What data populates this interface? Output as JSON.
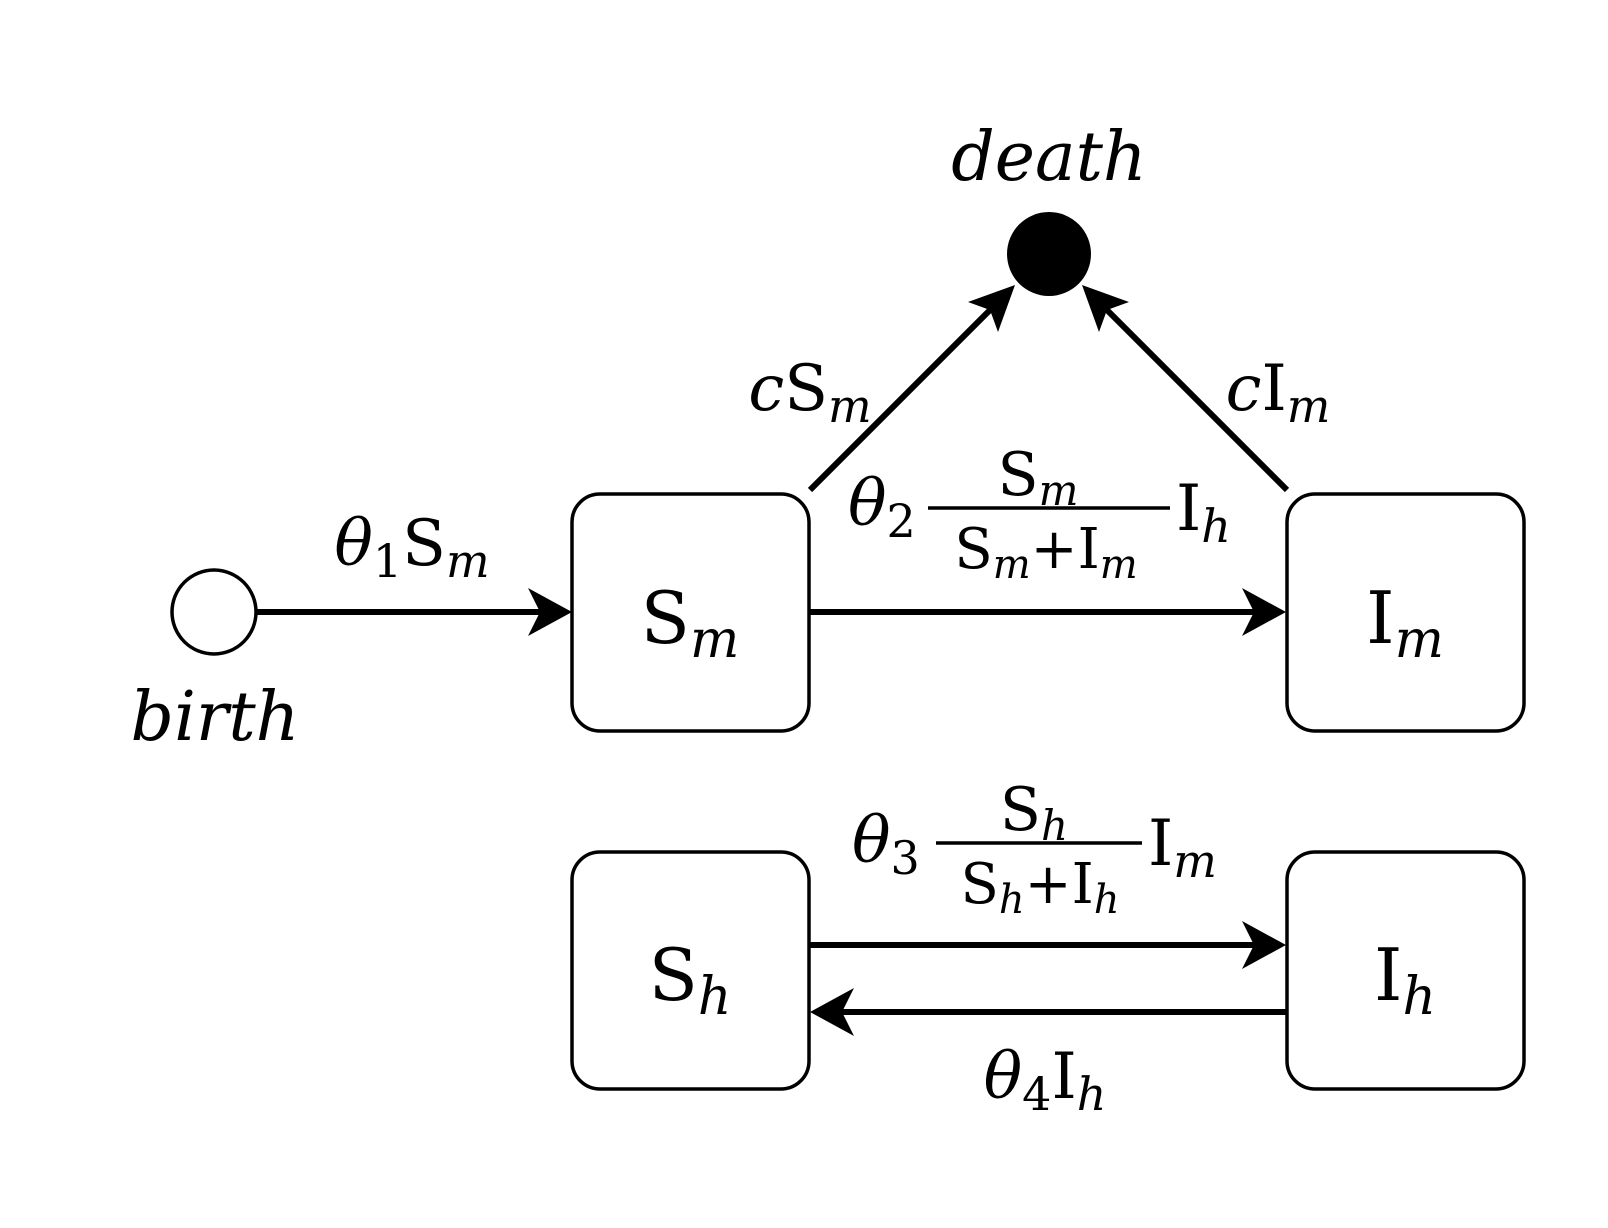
{
  "terminals": {
    "birth": "birth",
    "death": "death"
  },
  "states": {
    "Sm": {
      "base": "S",
      "sub": "m"
    },
    "Im": {
      "base": "I",
      "sub": "m"
    },
    "Sh": {
      "base": "S",
      "sub": "h"
    },
    "Ih": {
      "base": "I",
      "sub": "h"
    }
  },
  "rates": {
    "birth_to_Sm": {
      "theta": "θ",
      "theta_sub": "1",
      "base": "S",
      "sub": "m"
    },
    "Sm_death": {
      "coef": "c",
      "base": "S",
      "sub": "m"
    },
    "Im_death": {
      "coef": "c",
      "base": "I",
      "sub": "m"
    },
    "Sm_to_Im": {
      "theta": "θ",
      "theta_sub": "2",
      "num_base": "S",
      "num_sub": "m",
      "den_a_base": "S",
      "den_a_sub": "m",
      "plus": "+",
      "den_b_base": "I",
      "den_b_sub": "m",
      "factor_base": "I",
      "factor_sub": "h"
    },
    "Sh_to_Ih": {
      "theta": "θ",
      "theta_sub": "3",
      "num_base": "S",
      "num_sub": "h",
      "den_a_base": "S",
      "den_a_sub": "h",
      "plus": "+",
      "den_b_base": "I",
      "den_b_sub": "h",
      "factor_base": "I",
      "factor_sub": "m"
    },
    "Ih_to_Sh": {
      "theta": "θ",
      "theta_sub": "4",
      "base": "I",
      "sub": "h"
    }
  }
}
